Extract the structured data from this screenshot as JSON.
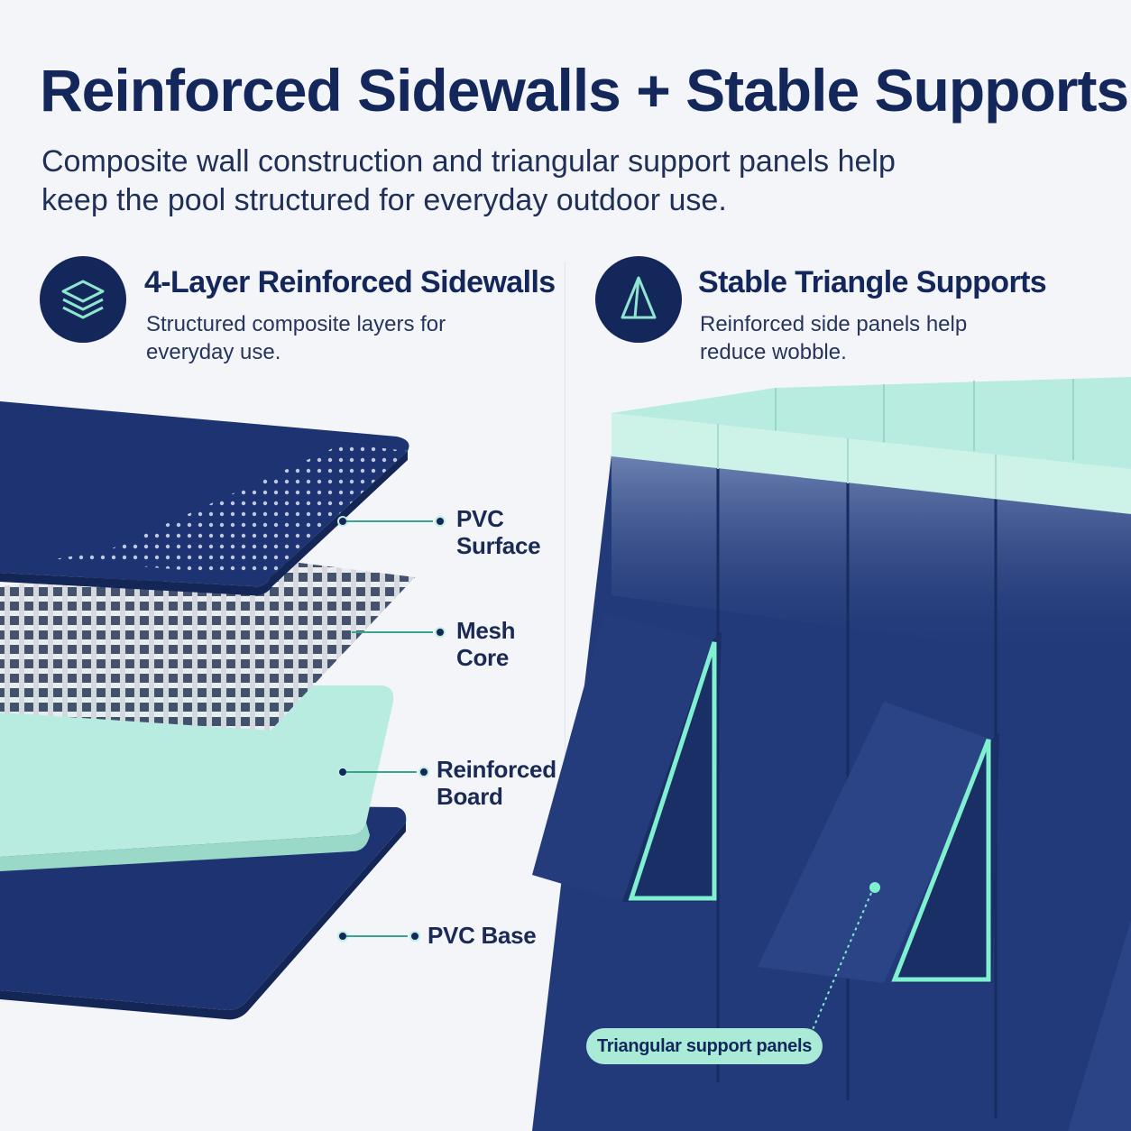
{
  "header": {
    "title": "Reinforced Sidewalls + Stable Supports",
    "subtitle": "Composite wall construction and triangular support panels help keep the pool structured for everyday outdoor use."
  },
  "features": [
    {
      "icon": "layers-icon",
      "title": "4-Layer Reinforced Sidewalls",
      "description": "Structured composite layers for everyday use."
    },
    {
      "icon": "triangle-support-icon",
      "title": "Stable Triangle Supports",
      "description": "Reinforced side panels help reduce wobble."
    }
  ],
  "layers": [
    {
      "line1": "PVC",
      "line2": "Surface"
    },
    {
      "line1": "Mesh",
      "line2": "Core"
    },
    {
      "line1": "Reinforced",
      "line2": "Board"
    },
    {
      "line1": "PVC Base",
      "line2": ""
    }
  ],
  "support_label": "Triangular support panels",
  "colors": {
    "navy": "#14275b",
    "mint": "#a9ebd7",
    "accent": "#3aa58e"
  }
}
